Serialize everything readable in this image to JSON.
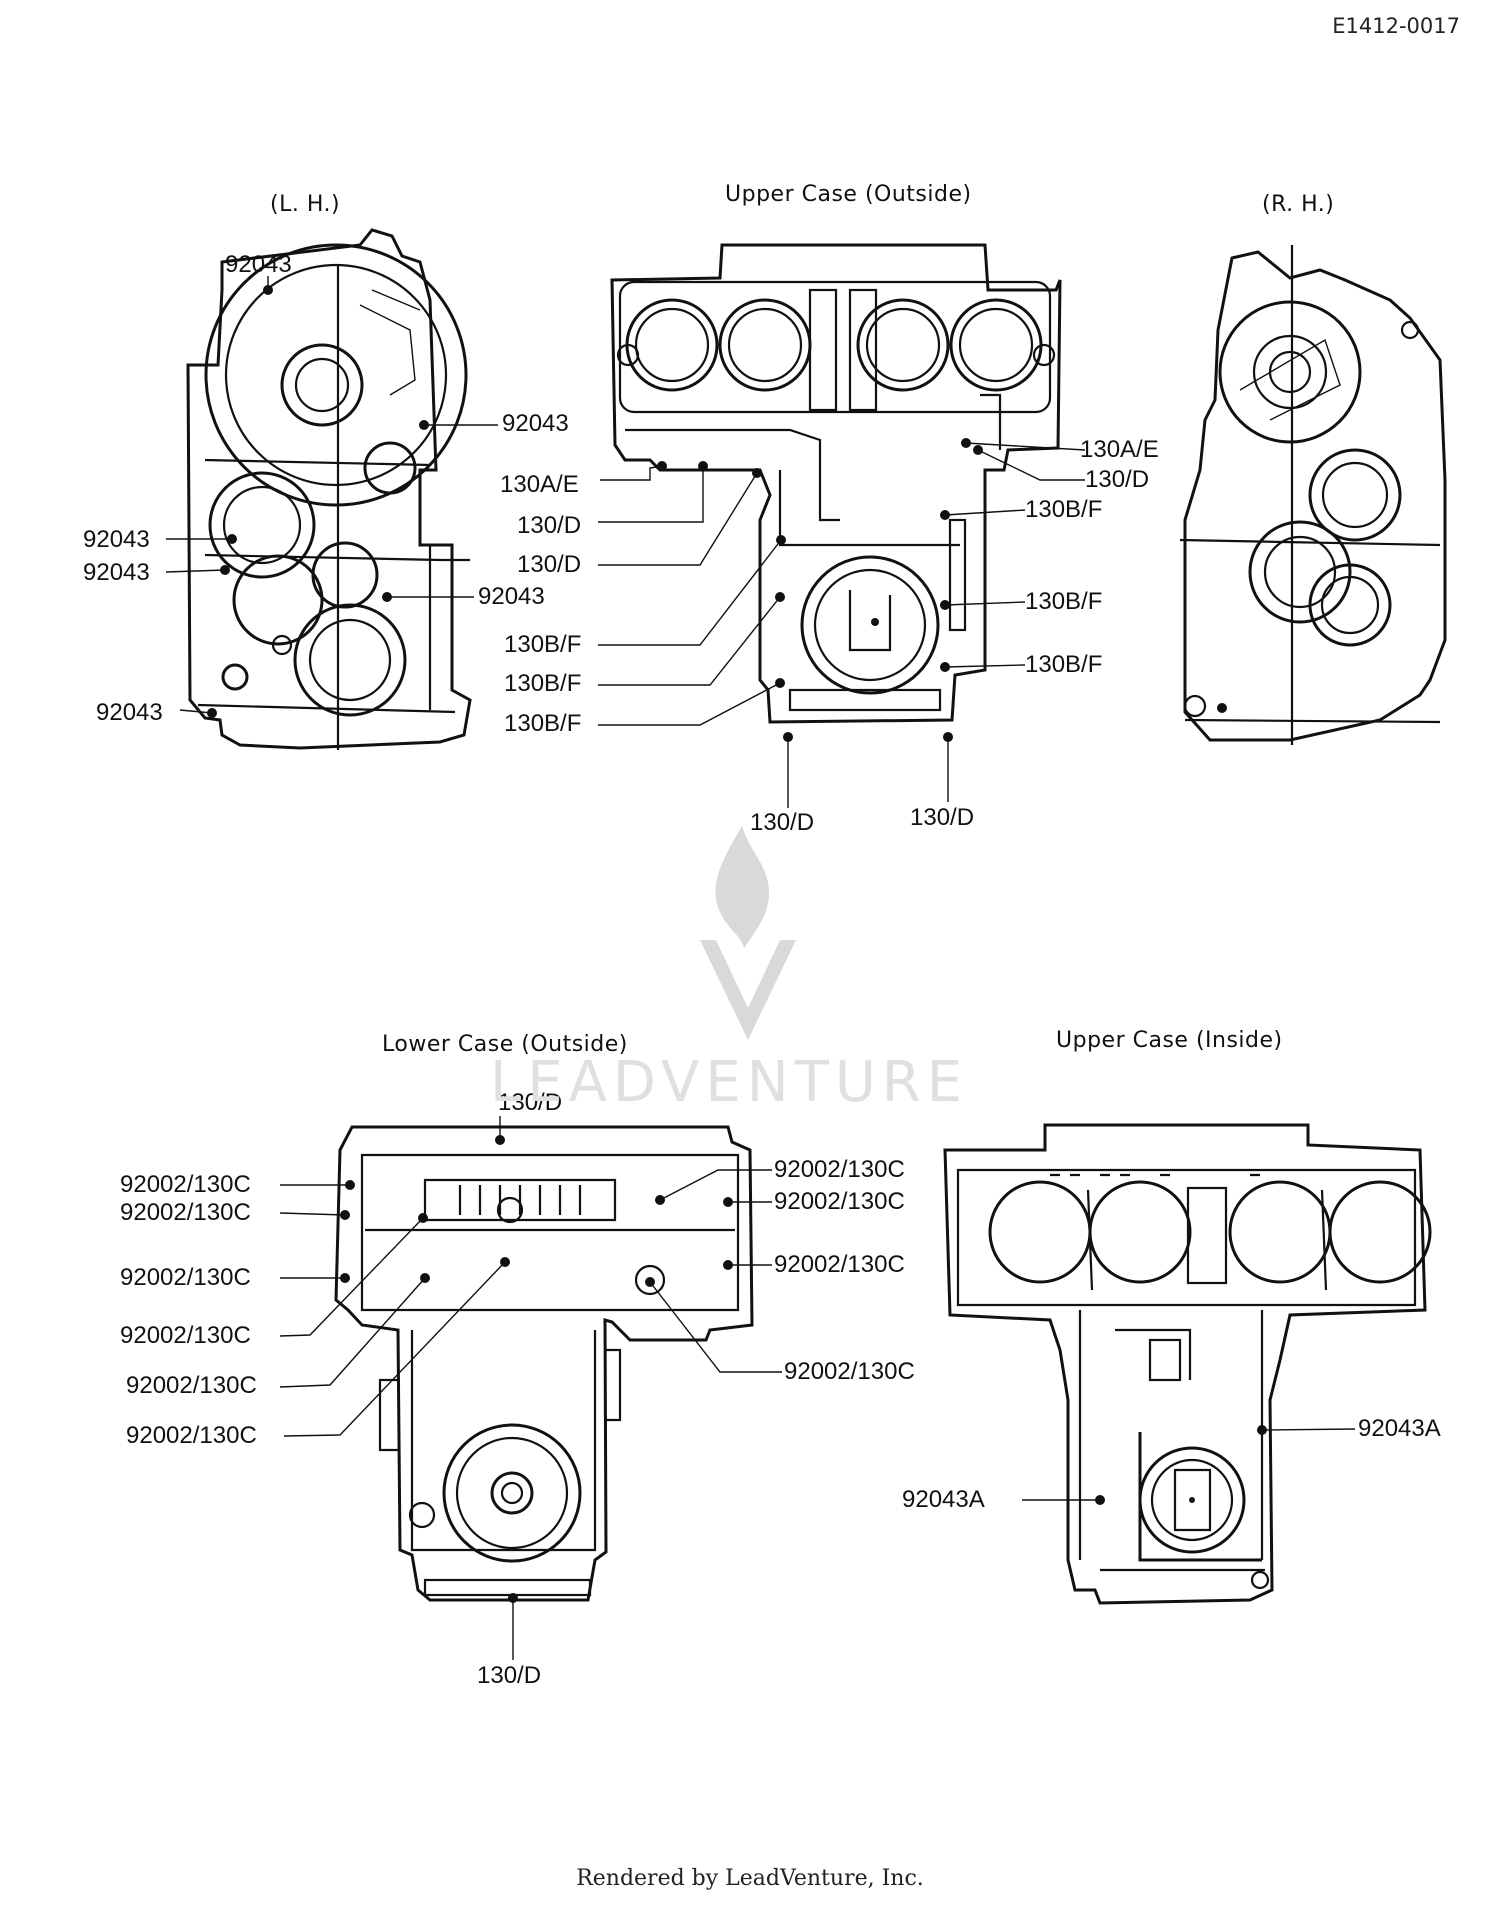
{
  "doc_code": "E1412-0017",
  "sections": {
    "lh": "(L. H.)",
    "upper_outside": "Upper Case (Outside)",
    "rh": "(R. H.)",
    "lower_outside": "Lower Case (Outside)",
    "upper_inside": "Upper Case (Inside)"
  },
  "labels": {
    "lh_1": "92043",
    "lh_2": "92043",
    "lh_3": "92043",
    "lh_4": "92043",
    "lh_5": "92043",
    "lh_6": "92043",
    "uo_1": "130A/E",
    "uo_2": "130/D",
    "uo_3": "130/D",
    "uo_4": "130B/F",
    "uo_5": "130B/F",
    "uo_6": "130B/F",
    "uo_7": "130A/E",
    "uo_8": "130/D",
    "uo_9": "130B/F",
    "uo_10": "130B/F",
    "uo_11": "130B/F",
    "uo_12": "130/D",
    "uo_13": "130/D",
    "lo_top": "130/D",
    "lo_l1": "92002/130C",
    "lo_l2": "92002/130C",
    "lo_l3": "92002/130C",
    "lo_l4": "92002/130C",
    "lo_l5": "92002/130C",
    "lo_l6": "92002/130C",
    "lo_r1": "92002/130C",
    "lo_r2": "92002/130C",
    "lo_r3": "92002/130C",
    "lo_r4": "92002/130C",
    "lo_bottom": "130/D",
    "ui_1": "92043A",
    "ui_2": "92043A"
  },
  "watermark": "LEADVENTURE",
  "footer": "Rendered by LeadVenture, Inc."
}
